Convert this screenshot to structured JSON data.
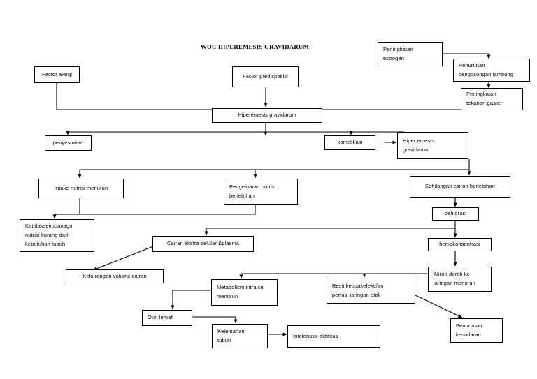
{
  "diagram": {
    "title": "WOC HIPEREMESIS GRAVIDARUM",
    "type": "flowchart",
    "language": "id",
    "nodes": {
      "factor_alergi": {
        "lines": [
          "Factor alergi"
        ]
      },
      "factor_predisposisi": {
        "lines": [
          "Factor predisposisi"
        ]
      },
      "peningkatan_estrogen": {
        "lines": [
          "Peningkatan",
          "estrogen"
        ]
      },
      "penurunan_pengosongan": {
        "lines": [
          "Penurunan",
          "pengosongan lambung"
        ]
      },
      "peningkatan_tekanan": {
        "lines": [
          "Peningkatan",
          "tekanan gaster"
        ]
      },
      "hiperemesis_gravidarum": {
        "lines": [
          "Hiperemesis gravidarum"
        ]
      },
      "penyesuaian": {
        "lines": [
          "penyesuaian"
        ]
      },
      "komplikasi": {
        "lines": [
          "komplikasi"
        ]
      },
      "hiper_emesis_gravidarum2": {
        "lines": [
          "Hiper emesis",
          "gravidarum"
        ]
      },
      "intake_nutrisi_menurun": {
        "lines": [
          "Intake nutrisi menurun"
        ]
      },
      "pengeluaran_nutrisi": {
        "lines": [
          "Pengeluaran nutrisi",
          "berlebihan"
        ]
      },
      "kehilangan_cairan": {
        "lines": [
          "Kehilangan cairan berlebihan"
        ]
      },
      "ketidakseimbangan": {
        "lines": [
          "Ketidakseimbanagn",
          "nutrisi kurang dari",
          "kebutuhan tubuh"
        ]
      },
      "dehidrasi": {
        "lines": [
          "dehidrasi"
        ]
      },
      "cairan_ekstra": {
        "lines": [
          "Cairan ekstra selular &plasma"
        ]
      },
      "hemokonsentrasi": {
        "lines": [
          "hemokonsentrasi"
        ]
      },
      "kekurangan_volume": {
        "lines": [
          "Kekurangan volume cairan"
        ]
      },
      "aliran_darah": {
        "lines": [
          "Aliran darah ke",
          "jaringan menurun"
        ]
      },
      "metabolism_intra_sel": {
        "lines": [
          "Metabolism intra sel",
          "menurun"
        ]
      },
      "resti_ketidakefektifan": {
        "lines": [
          "Resti ketidakefektifan",
          "perfusi jaringan otak"
        ]
      },
      "otot_lemah": {
        "lines": [
          "Otot lemah"
        ]
      },
      "kelemahan_tubuh": {
        "lines": [
          "Kelemahan",
          "tubuh"
        ]
      },
      "intoleransi_aktifitas": {
        "lines": [
          "Intoleransi aktifitas"
        ]
      },
      "penurunan_kesadaran": {
        "lines": [
          "Penurunan",
          "kesadaran"
        ]
      }
    },
    "colors": {
      "stroke": "#000000",
      "fill": "#ffffff",
      "text": "#000000"
    }
  }
}
